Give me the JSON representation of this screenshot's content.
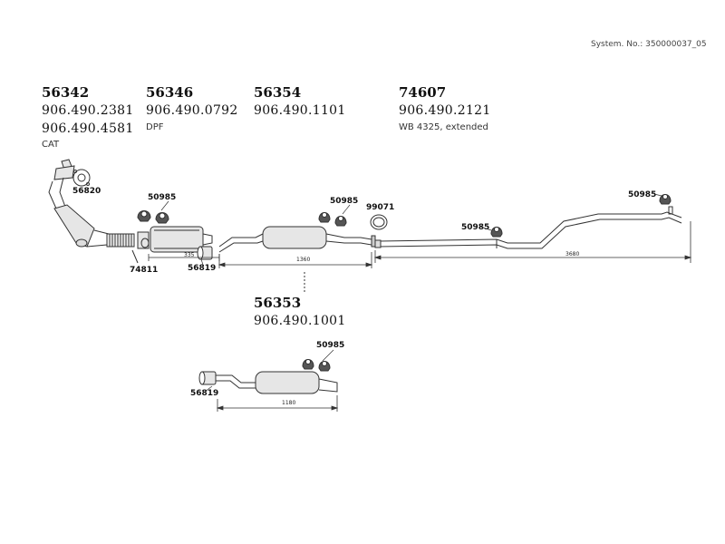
{
  "system_no": "System. No.: 350000037_05",
  "groups": [
    {
      "part_no": "56342",
      "lines": [
        "906.490.2381",
        "906.490.4581"
      ],
      "note": "CAT"
    },
    {
      "part_no": "56346",
      "lines": [
        "906.490.0792"
      ],
      "note": "DPF"
    },
    {
      "part_no": "56354",
      "lines": [
        "906.490.1101"
      ],
      "note": ""
    },
    {
      "part_no": "74607",
      "lines": [
        "906.490.2121"
      ],
      "note": "WB 4325, extended"
    },
    {
      "part_no": "56353",
      "lines": [
        "906.490.1001"
      ],
      "note": ""
    }
  ],
  "callouts": {
    "c56820": "56820",
    "c50985_a": "50985",
    "c74811": "74811",
    "c56819_a": "56819",
    "c50985_b": "50985",
    "c99071": "99071",
    "c50985_c": "50985",
    "c50985_d": "50985",
    "c50985_e": "50985",
    "c56819_b": "56819"
  },
  "dimensions": {
    "d335": "335",
    "d1360": "1360",
    "d3680": "3680",
    "d1180": "1180"
  },
  "colors": {
    "line": "#333333",
    "fill": "#e6e6e6",
    "dark": "#555555"
  }
}
